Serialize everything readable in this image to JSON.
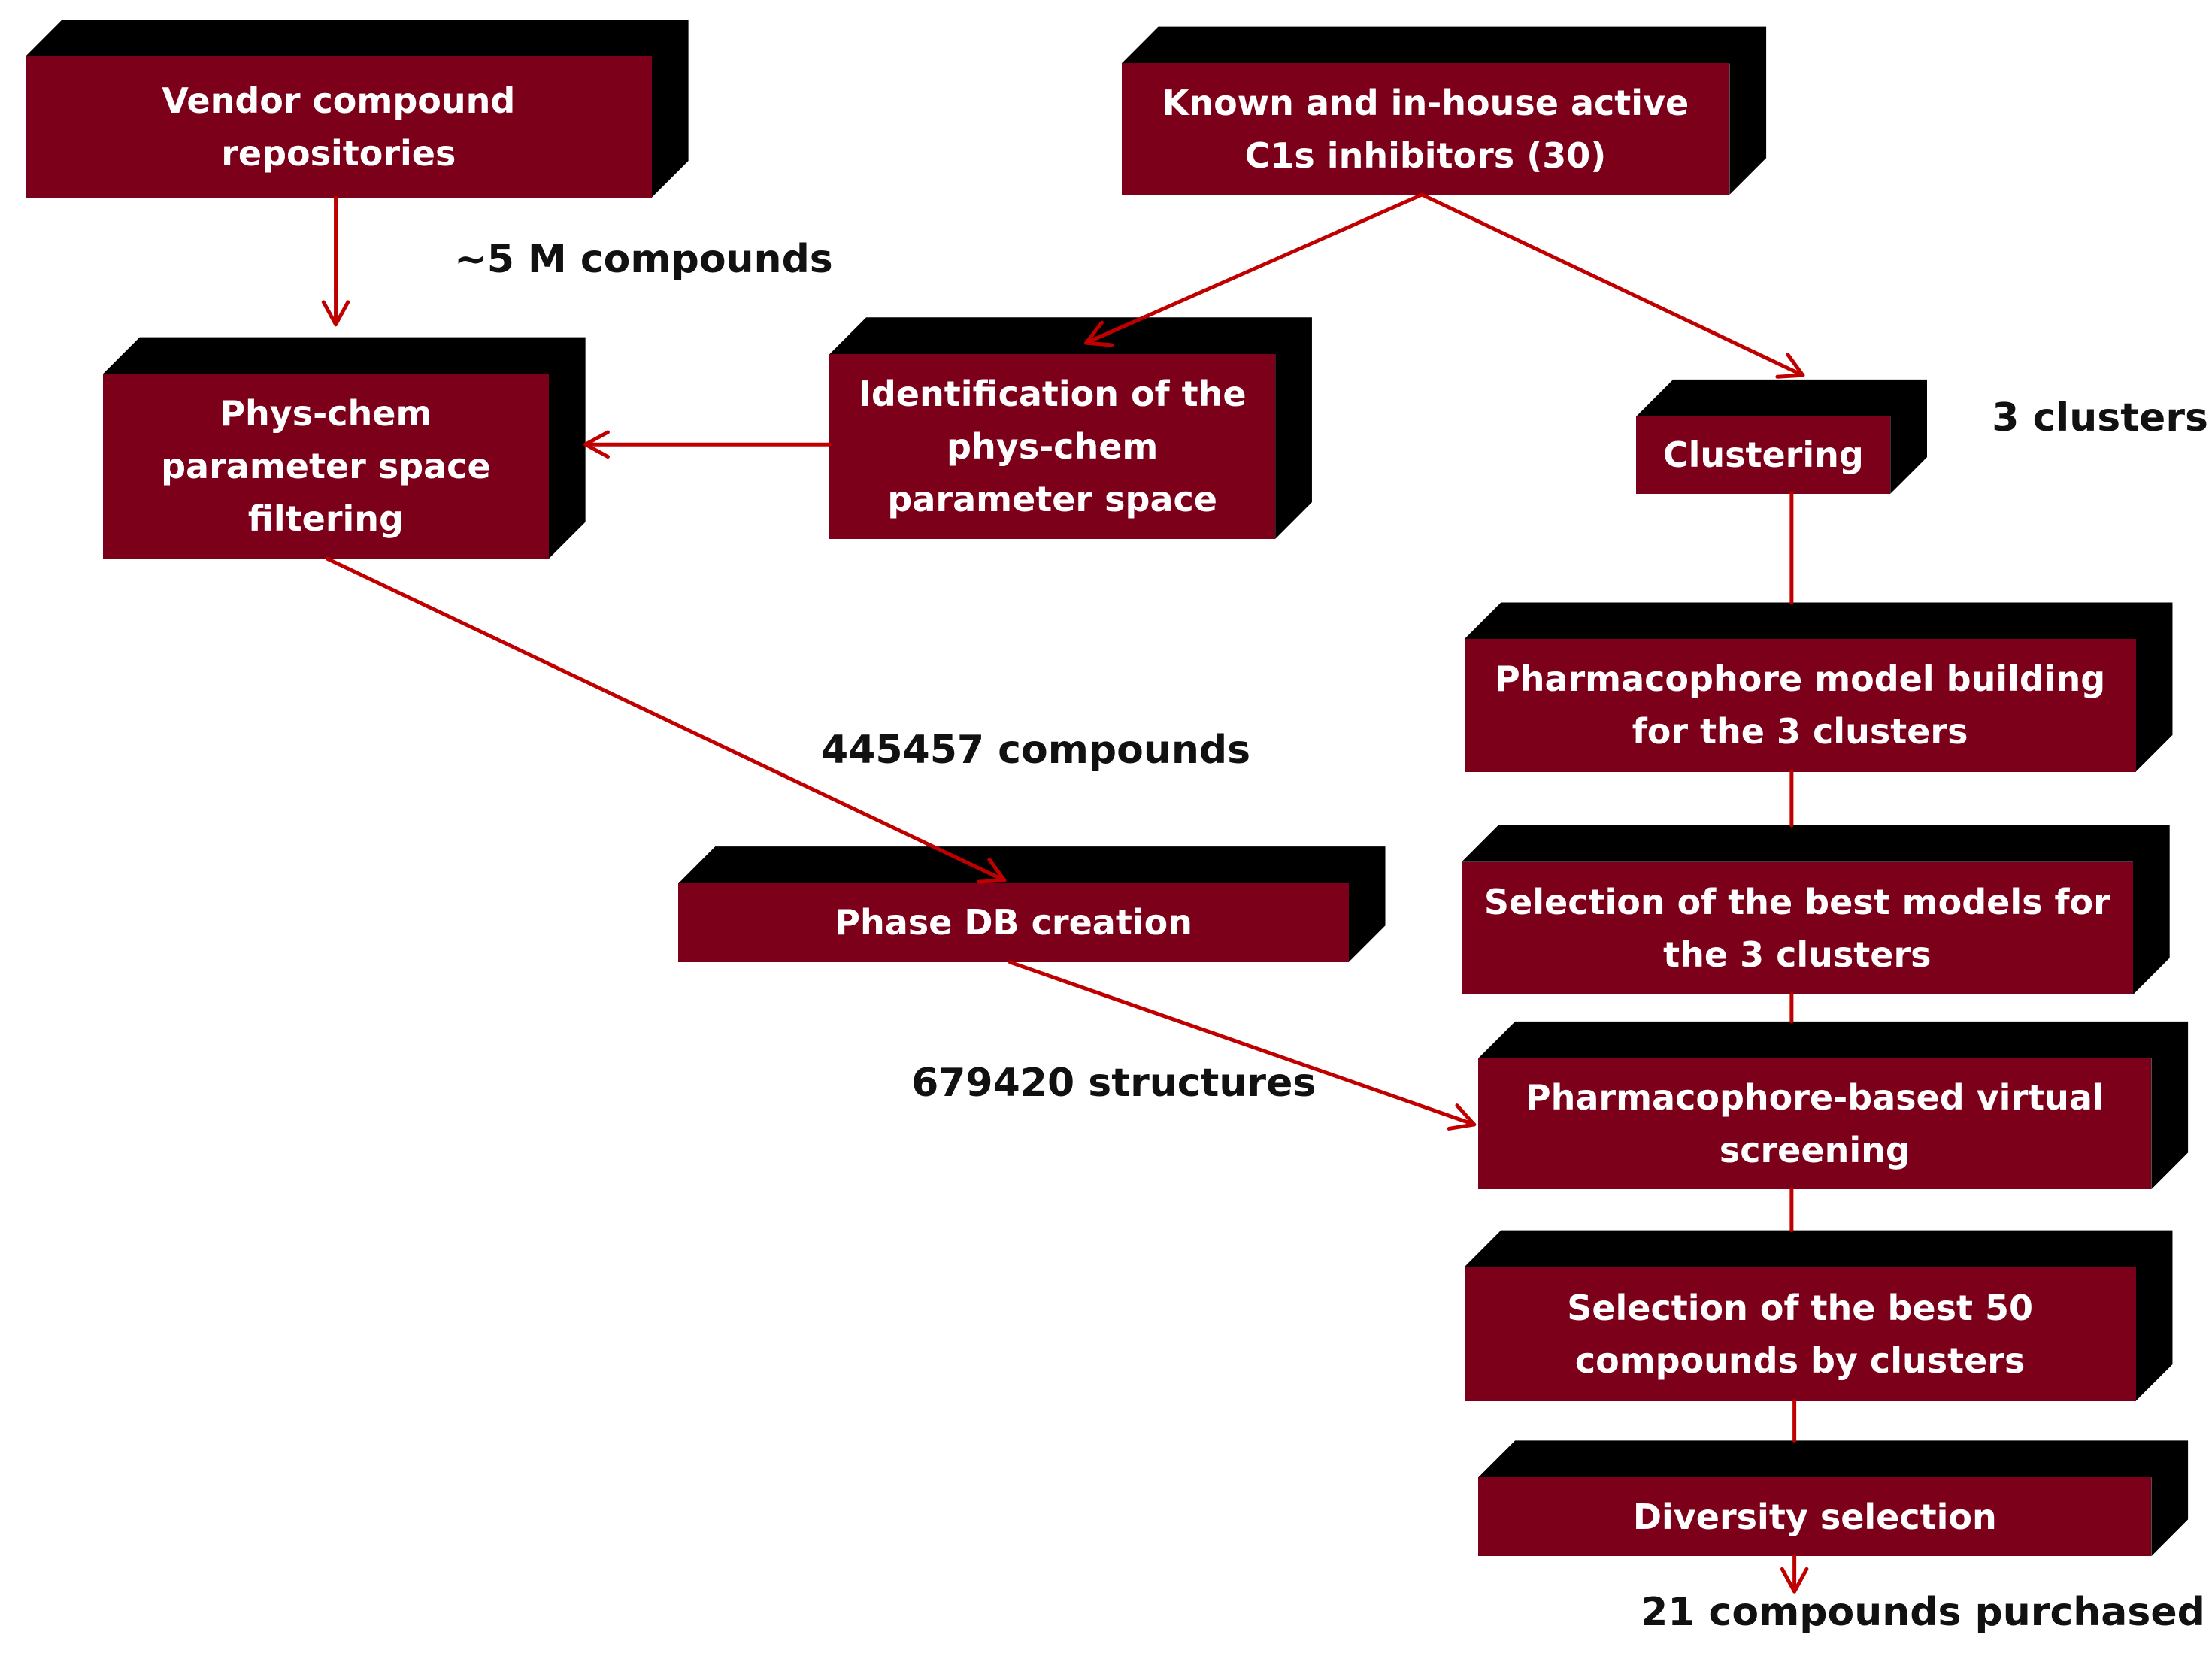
{
  "colors": {
    "box_fill": "#7c0019",
    "box_text": "#ffffff",
    "box_shadow": "#000000",
    "arrow": "#c00000",
    "note_text": "#111111"
  },
  "boxes": {
    "vendor": "Vendor compound repositories",
    "known": "Known and in-house active\nC1s  inhibitors (30)",
    "physchem_filter": "Phys-chem\nparameter space\nfiltering",
    "identification": "Identification of the\nphys-chem\nparameter space",
    "clustering": "Clustering",
    "pharma_build": "Pharmacophore model building\nfor the 3 clusters",
    "phase_db": "Phase DB creation",
    "best_models": "Selection of the best models for\nthe 3 clusters",
    "virtual_screening": "Pharmacophore-based virtual\nscreening",
    "best50": "Selection of the best 50\ncompounds by clusters",
    "diversity": "Diversity selection"
  },
  "notes": {
    "five_m": "~5 M compounds",
    "three_clusters": "3 clusters",
    "compounds_445457": "445457 compounds",
    "structures_679420": "679420 structures",
    "purchased": "21 compounds purchased"
  }
}
